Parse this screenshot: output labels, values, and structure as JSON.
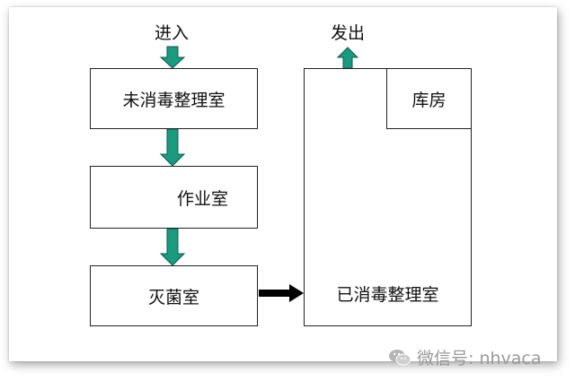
{
  "diagram": {
    "enter_label": "进入",
    "exit_label": "发出",
    "boxes": {
      "unsterilized": "未消毒整理室",
      "workroom": "作业室",
      "sterilization": "灭菌室",
      "storage": "库房",
      "sterilized": "已消毒整理室"
    },
    "colors": {
      "arrow_fill": "#1a9a7f",
      "arrow_stroke": "#0e5a4a",
      "connector": "#000000"
    }
  },
  "watermark": {
    "text": "微信号: nhvaca",
    "icon": "wechat-icon"
  }
}
